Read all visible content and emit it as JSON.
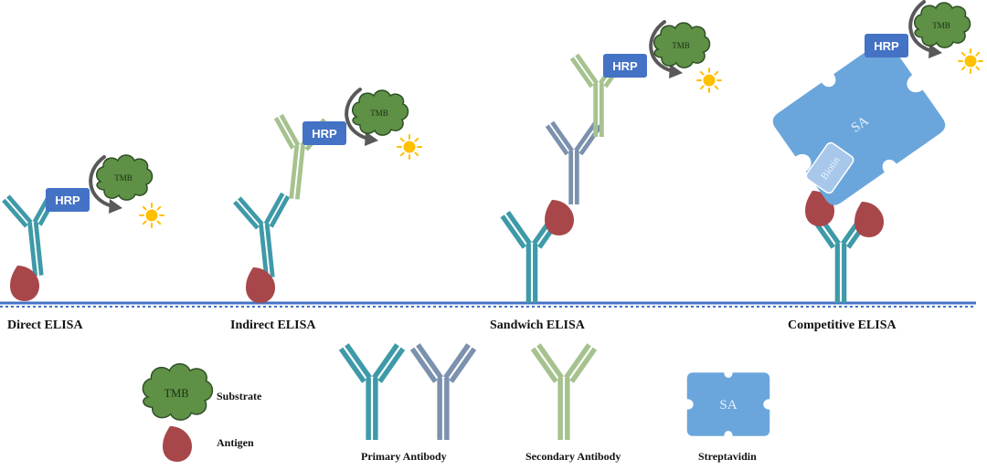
{
  "panels": {
    "direct": {
      "label": "Direct ELISA"
    },
    "indirect": {
      "label": "Indirect ELISA"
    },
    "sandwich": {
      "label": "Sandwich ELISA"
    },
    "competitive": {
      "label": "Competitive ELISA"
    }
  },
  "tags": {
    "hrp": "HRP",
    "tmb": "TMB",
    "sa": "SA",
    "biotin": "Biotin"
  },
  "legend": {
    "substrate": "Substrate",
    "antigen": "Antigen",
    "primary_antibody": "Primary Antibody",
    "secondary_antibody": "Secondary Antibody",
    "streptavidin": "Streptavidin",
    "tmb": "TMB",
    "sa": "SA"
  },
  "colors": {
    "primary_teal": "#3e9aa8",
    "primary_gray": "#7b91ae",
    "secondary_green": "#a6c28e",
    "antigen": "#a8474a",
    "hrp": "#4472c4",
    "tmb": "#5e9146",
    "streptavidin": "#6aa6dc",
    "biotin": "#a7c8ea",
    "sun": "#ffc000",
    "surface": "#4472c4"
  }
}
